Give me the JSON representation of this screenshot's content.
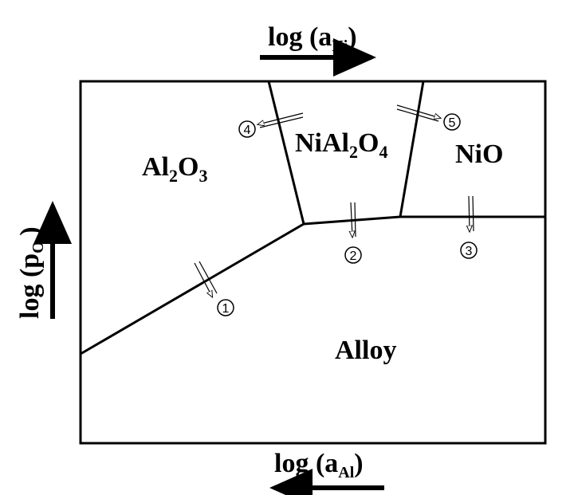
{
  "axes": {
    "top": {
      "prefix": "log (a",
      "subscript": "Ni",
      "suffix": ")"
    },
    "bottom": {
      "prefix": "log (a",
      "subscript": "Al",
      "suffix": ")"
    },
    "left": {
      "prefix": "log (p",
      "subscript": "O",
      "subsubscript": "2",
      "suffix": ")"
    }
  },
  "phases": {
    "al2o3": {
      "p1": "Al",
      "s1": "2",
      "p2": "O",
      "s2": "3"
    },
    "nial2o4": {
      "p1": "NiAl",
      "s1": "2",
      "p2": "O",
      "s2": "4"
    },
    "nio": {
      "p1": "NiO"
    },
    "alloy": {
      "p1": "Alloy"
    }
  },
  "markers": [
    "1",
    "2",
    "3",
    "4",
    "5"
  ],
  "colors": {
    "line": "#000000",
    "background": "#ffffff"
  },
  "icons": [
    "arrow-right-icon",
    "arrow-left-icon",
    "arrow-up-icon"
  ]
}
